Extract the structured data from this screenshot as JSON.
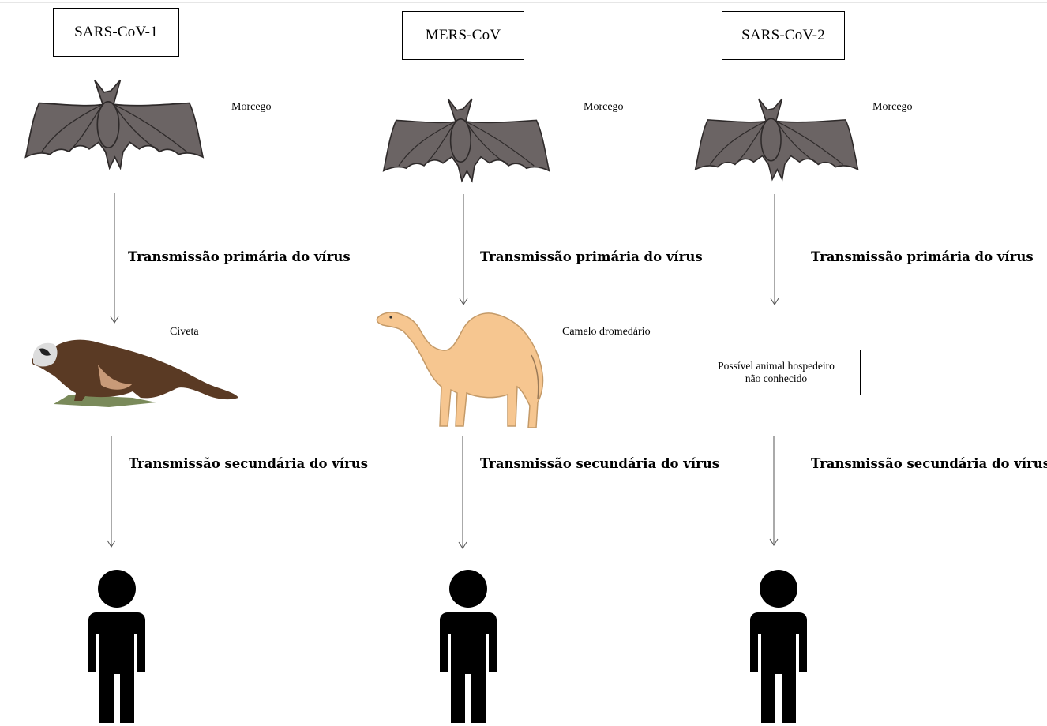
{
  "columns": [
    {
      "virus": "SARS-CoV-1",
      "reservoir_label": "Morcego",
      "primary": "Transmissão primária do vírus",
      "intermediate_label": "Civeta",
      "secondary": "Transmissão secundária do vírus"
    },
    {
      "virus": "MERS-CoV",
      "reservoir_label": "Morcego",
      "primary": "Transmissão primária do vírus",
      "intermediate_label": "Camelo dromedário",
      "secondary": "Transmissão secundária do vírus"
    },
    {
      "virus": "SARS-CoV-2",
      "reservoir_label": "Morcego",
      "primary": "Transmissão primária do vírus",
      "intermediate_line1": "Possível animal hospedeiro",
      "intermediate_line2": "não conhecido",
      "secondary": "Transmissão secundária do vírus"
    }
  ],
  "colors": {
    "bat": "#6b6464",
    "civet": "#5a3a24",
    "camel": "#f6c690",
    "human": "#000000",
    "arrow": "#555555"
  }
}
